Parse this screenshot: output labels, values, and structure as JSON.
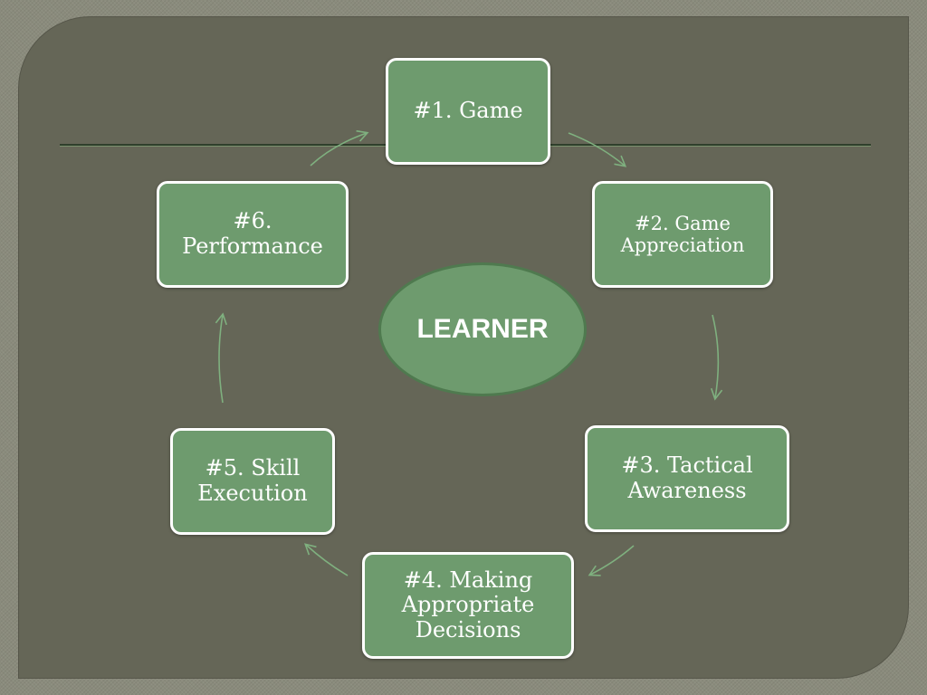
{
  "diagram": {
    "center": {
      "label": "LEARNER"
    },
    "steps": [
      {
        "label": "#1. Game"
      },
      {
        "label": "#2. Game\nAppreciation"
      },
      {
        "label": "#3. Tactical\nAwareness"
      },
      {
        "label": "#4. Making\nAppropriate\nDecisions"
      },
      {
        "label": "#5. Skill\nExecution"
      },
      {
        "label": "#6.\nPerformance"
      }
    ]
  },
  "colors": {
    "slide_background": "#656657",
    "box_fill": "#6e9b6e",
    "box_border": "#ffffff",
    "arrow": "#7fb07f"
  }
}
